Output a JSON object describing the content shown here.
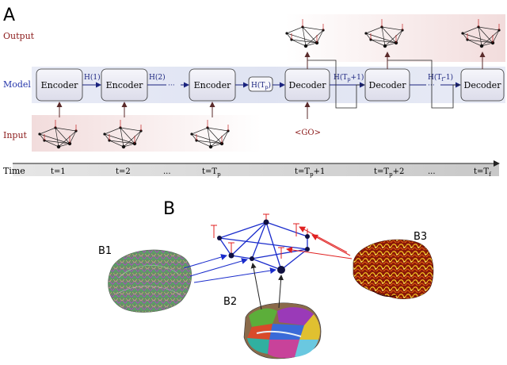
{
  "panel_a": {
    "label": "A",
    "rows": {
      "output": "Output",
      "model": "Model",
      "input": "Input",
      "time": "Time"
    },
    "encoder_label": "Encoder",
    "decoder_label": "Decoder",
    "h1": "H(1)",
    "h2": "H(2)",
    "hp": "H(T",
    "hp_sub": "p",
    "hp_close": ")",
    "hp1": "H(T",
    "hp1_sub": "p",
    "hp1_rest": "+1)",
    "hf1": "H(T",
    "hf1_sub": "f",
    "hf1_rest": "-1)",
    "ellipsis": "···",
    "go_token": "<GO>",
    "time_labels": {
      "t1": "t=1",
      "t2": "t=2",
      "tp": "t=T",
      "tp_sub": "p",
      "tp1": "t=T",
      "tp1_sub": "p",
      "tp1_rest": "+1",
      "tp2": "t=T",
      "tp2_sub": "p",
      "tp2_rest": "+2",
      "tf": "t=T",
      "tf_sub": "f",
      "dots": "..."
    },
    "colors": {
      "output_row": "#f2dcdc",
      "model_row": "#dfe3f2",
      "input_row": "#f2dcdc",
      "time_bar": "#d6d6d6",
      "box_fill": "#ececf4",
      "arrow_blue": "#1a237e",
      "arrow_dark": "#5a2a2a",
      "label_red": "#8b1a1a",
      "label_blue": "#2233aa"
    }
  },
  "panel_b": {
    "label": "B",
    "b1": "B1",
    "b2": "B2",
    "b3": "B3",
    "colors": {
      "graph_blue": "#1a2ccc",
      "arrow_red": "#e02020",
      "node_dark": "#101040"
    }
  }
}
